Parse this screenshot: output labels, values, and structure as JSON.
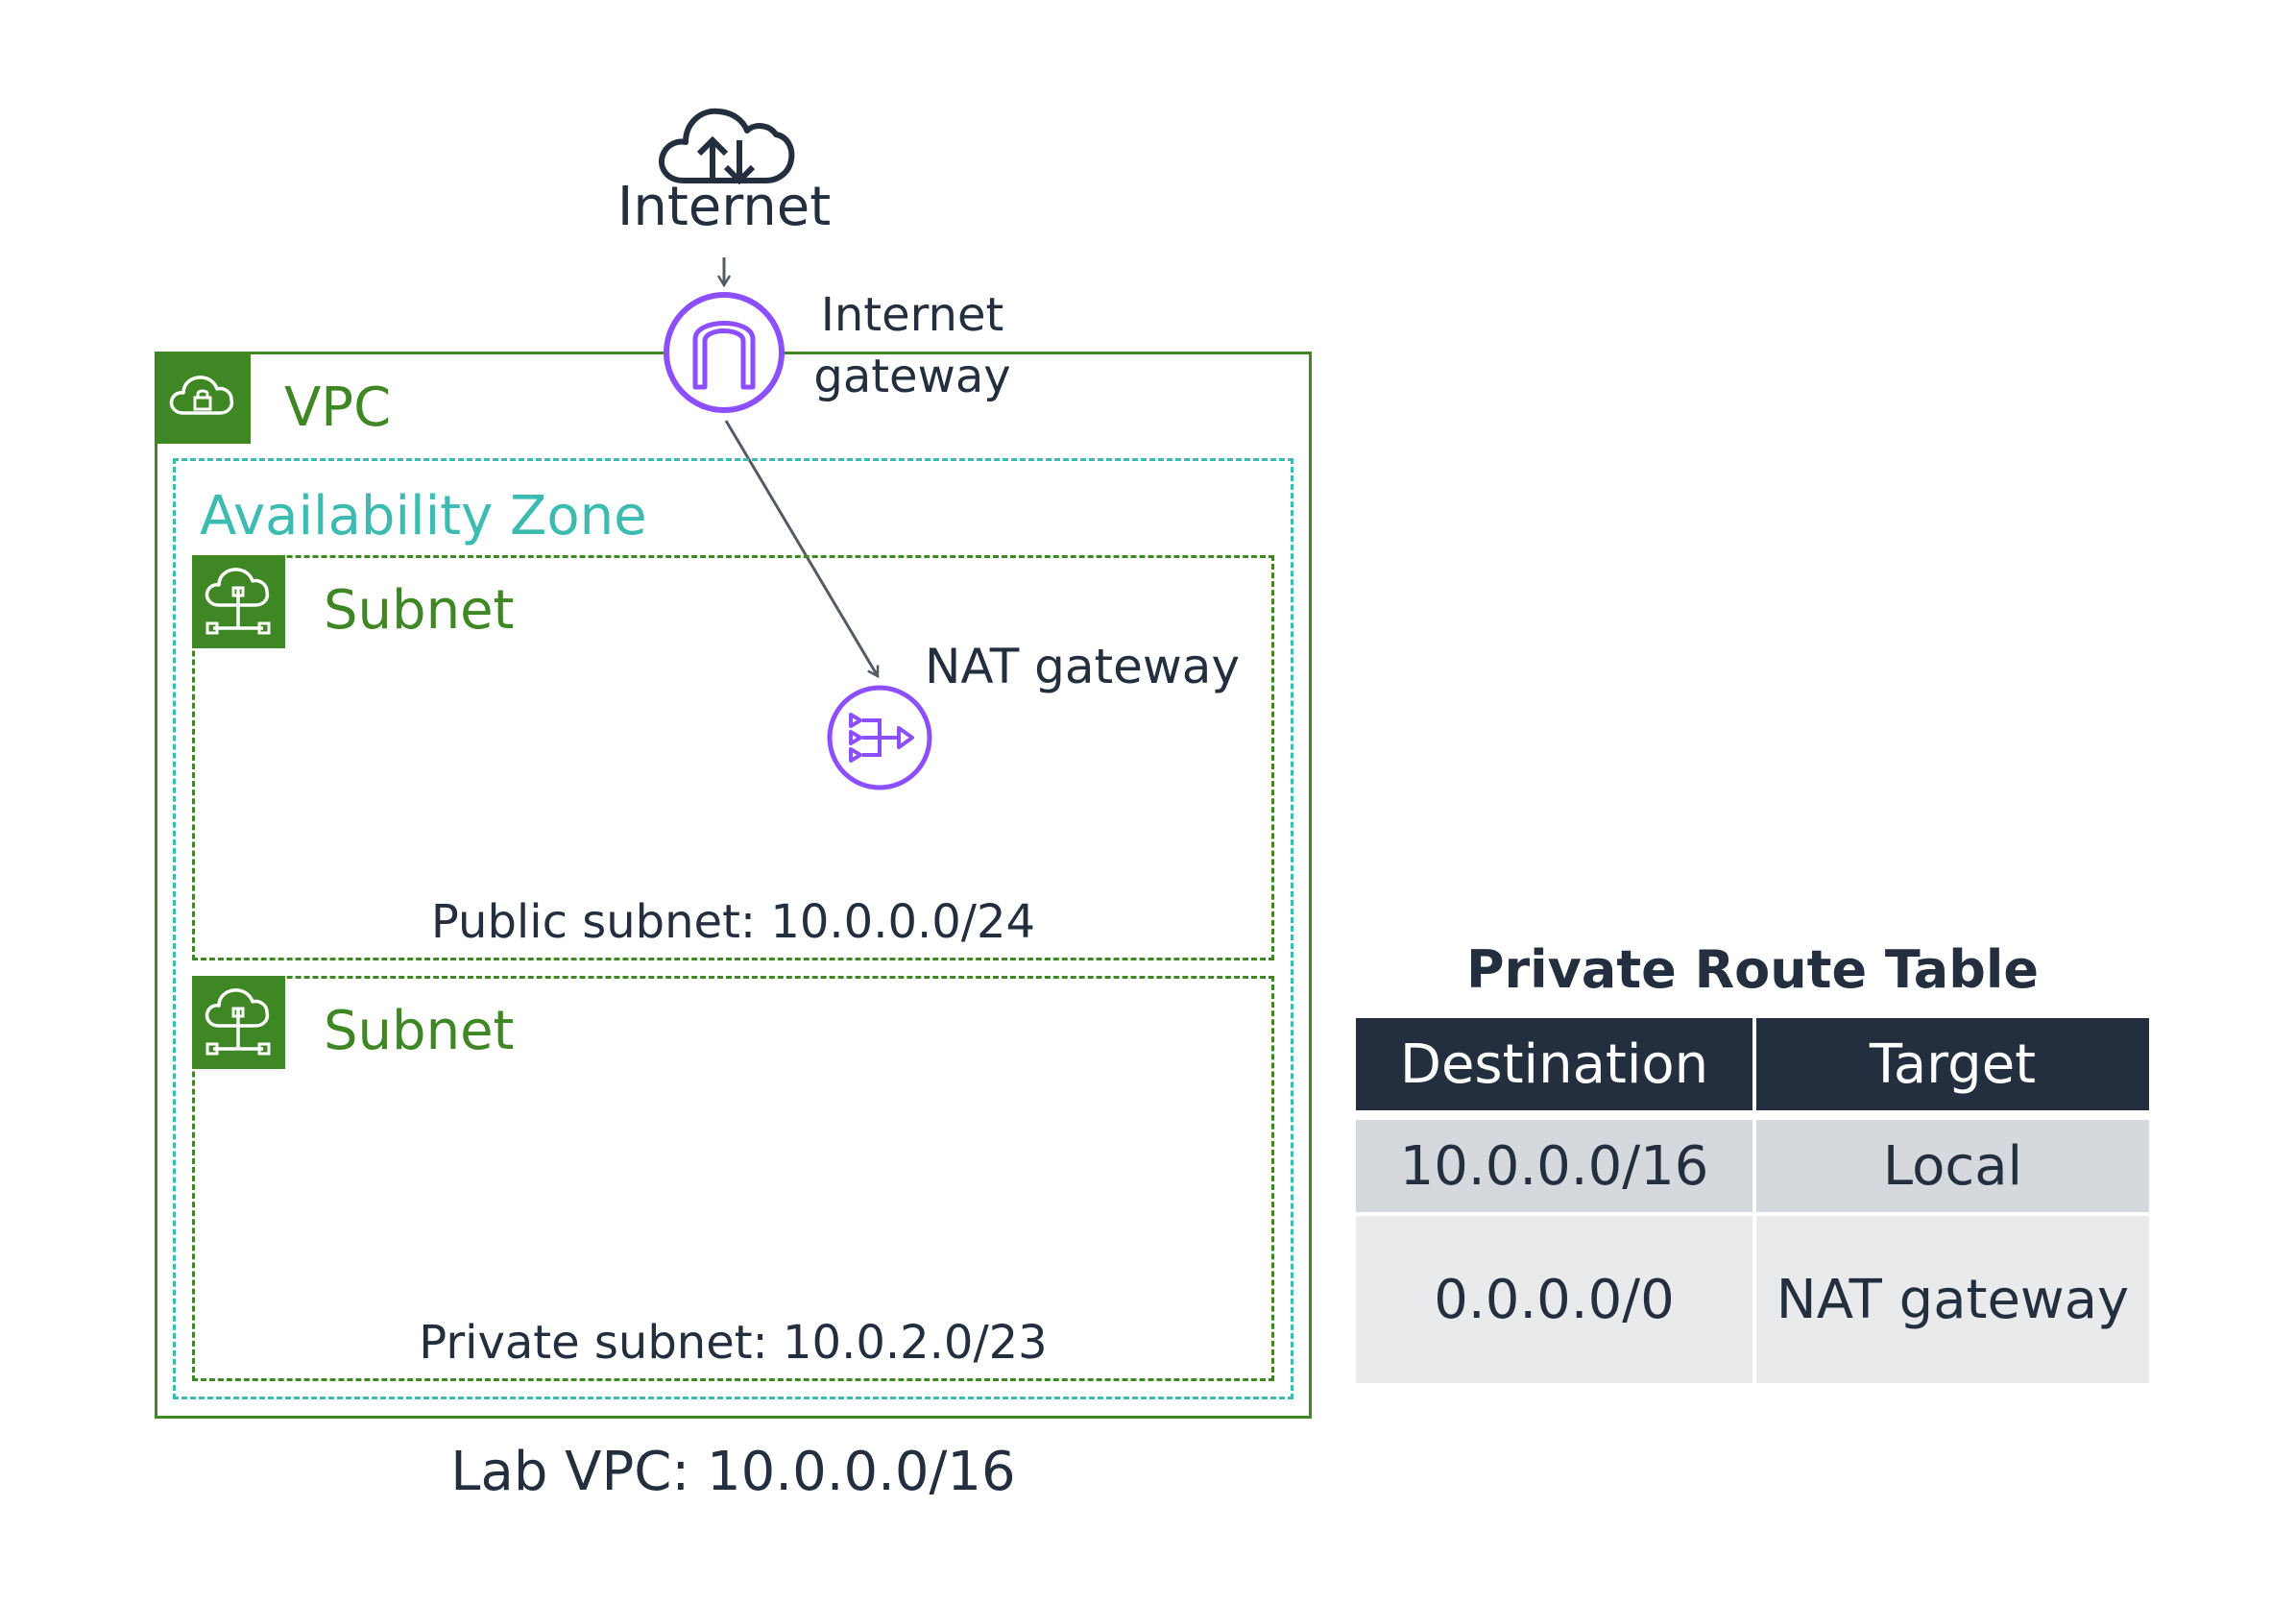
{
  "internet": {
    "label": "Internet",
    "icon": "cloud-upload-download-icon"
  },
  "internet_gateway": {
    "label_line1": "Internet",
    "label_line2": "gateway",
    "icon": "internet-gateway-icon"
  },
  "vpc": {
    "label": "VPC",
    "icon": "vpc-cloud-lock-icon",
    "footer": "Lab VPC: 10.0.0.0/16"
  },
  "availability_zone": {
    "label": "Availability Zone"
  },
  "subnets": [
    {
      "title": "Subnet",
      "cidr_label": "Public subnet: 10.0.0.0/24",
      "icon": "subnet-icon"
    },
    {
      "title": "Subnet",
      "cidr_label": "Private subnet: 10.0.2.0/23",
      "icon": "subnet-icon"
    }
  ],
  "nat_gateway": {
    "label": "NAT gateway",
    "icon": "nat-gateway-icon"
  },
  "route_table": {
    "title": "Private Route Table",
    "headers": [
      "Destination",
      "Target"
    ],
    "rows": [
      [
        "10.0.0.0/16",
        "Local"
      ],
      [
        "0.0.0.0/0",
        "NAT gateway"
      ]
    ]
  },
  "colors": {
    "vpc_green": "#3f8624",
    "az_teal": "#3cbcb0",
    "gateway_purple": "#8c4fff",
    "dark_navy": "#232f3e",
    "arrow_gray": "#545b64"
  }
}
